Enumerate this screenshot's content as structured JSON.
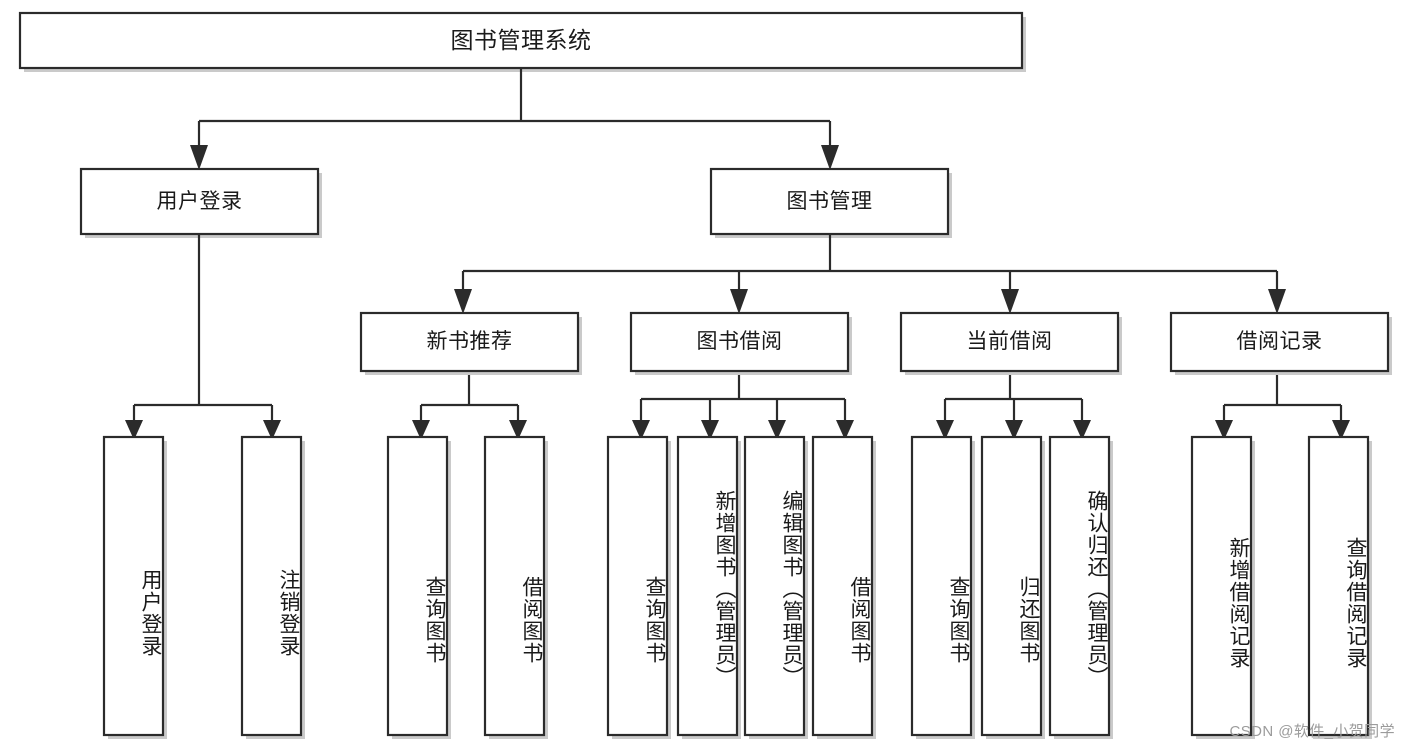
{
  "diagram": {
    "type": "tree-hierarchy-chart",
    "title": "图书管理系统",
    "watermark": "CSDN @软件_小贺同学",
    "colors": {
      "stroke": "#2b2b2b",
      "fill": "#ffffff",
      "text": "#1a1a1a",
      "shadow": "#b8b8b8",
      "watermark": "#9b9b9b",
      "background": "#ffffff"
    },
    "levels": {
      "root": {
        "label": "图书管理系统"
      },
      "level2": [
        {
          "label": "用户登录"
        },
        {
          "label": "图书管理"
        }
      ],
      "level3": [
        {
          "label": "新书推荐"
        },
        {
          "label": "图书借阅"
        },
        {
          "label": "当前借阅"
        },
        {
          "label": "借阅记录"
        }
      ],
      "leaves_user_login": [
        {
          "label": "用户登录"
        },
        {
          "label": "注销登录"
        }
      ],
      "leaves_new_book": [
        {
          "label": "查询图书"
        },
        {
          "label": "借阅图书"
        }
      ],
      "leaves_borrow": [
        {
          "label": "查询图书"
        },
        {
          "label": "新增图书（管理员）"
        },
        {
          "label": "编辑图书（管理员）"
        },
        {
          "label": "借阅图书"
        }
      ],
      "leaves_current": [
        {
          "label": "查询图书"
        },
        {
          "label": "归还图书"
        },
        {
          "label": "确认归还（管理员）"
        }
      ],
      "leaves_records": [
        {
          "label": "新增借阅记录"
        },
        {
          "label": "查询借阅记录"
        }
      ]
    }
  }
}
